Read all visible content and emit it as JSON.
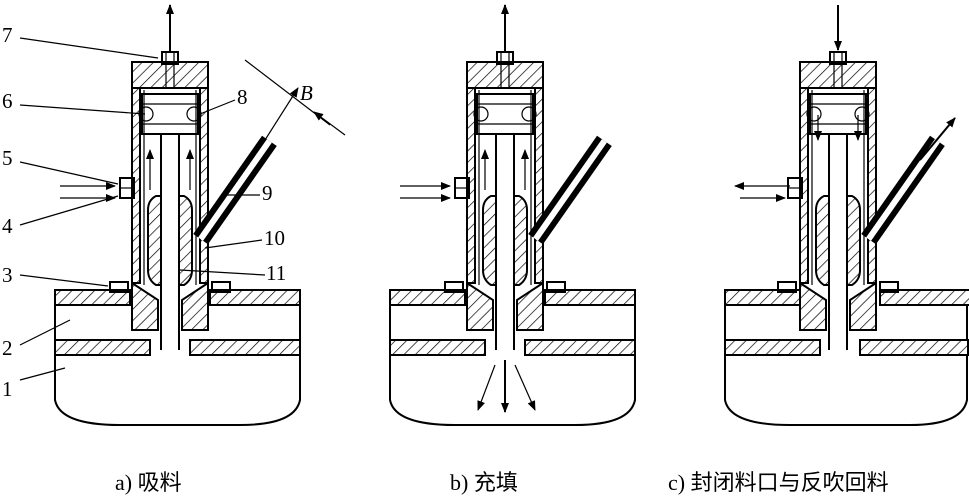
{
  "callouts": [
    "1",
    "2",
    "3",
    "4",
    "5",
    "6",
    "7",
    "8",
    "9",
    "10",
    "11"
  ],
  "dimension_label": "B",
  "panels": [
    {
      "caption": "a) 吸料"
    },
    {
      "caption": "b) 充填"
    },
    {
      "caption": "c) 封闭料口与反吹回料"
    }
  ],
  "colors": {
    "line": "#000000",
    "background": "#ffffff"
  }
}
